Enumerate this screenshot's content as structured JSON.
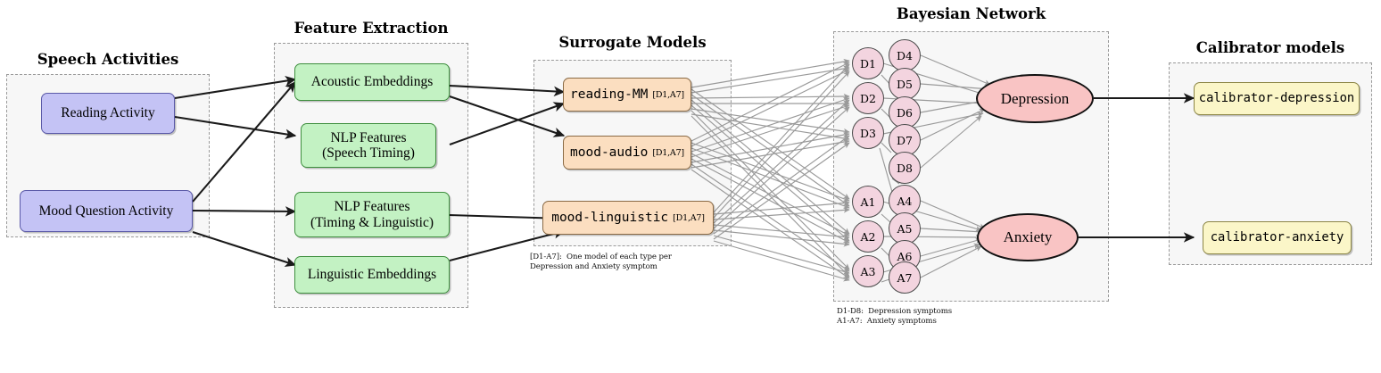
{
  "groups": [
    {
      "key": "speech",
      "title": "Speech Activities"
    },
    {
      "key": "features",
      "title": "Feature Extraction"
    },
    {
      "key": "surrogate",
      "title": "Surrogate Models"
    },
    {
      "key": "bayes",
      "title": "Bayesian Network"
    },
    {
      "key": "calib",
      "title": "Calibrator models"
    }
  ],
  "activities": [
    {
      "label": "Reading Activity"
    },
    {
      "label": "Mood Question Activity"
    }
  ],
  "features": [
    {
      "line1": "Acoustic Embeddings",
      "line2": ""
    },
    {
      "line1": "NLP Features",
      "line2": "(Speech Timing)"
    },
    {
      "line1": "NLP Features",
      "line2": "(Timing & Linguistic)"
    },
    {
      "line1": "Linguistic Embeddings",
      "line2": ""
    }
  ],
  "surrogates": [
    {
      "name": "reading-MM",
      "tag": "[D1,A7]"
    },
    {
      "name": "mood-audio",
      "tag": "[D1,A7]"
    },
    {
      "name": "mood-linguistic",
      "tag": "[D1,A7]"
    }
  ],
  "surrogate_caption": "[D1-A7]:  One model of each type per\nDepression and Anxiety symptom",
  "bayes": {
    "col1": [
      "D1",
      "D2",
      "D3",
      "A1",
      "A2",
      "A3"
    ],
    "col2": [
      "D4",
      "D5",
      "D6",
      "D7",
      "D8",
      "A4",
      "A5",
      "A6",
      "A7"
    ],
    "outcomes": [
      {
        "label": "Depression"
      },
      {
        "label": "Anxiety"
      }
    ],
    "caption": "D1-D8:  Depression symptoms\nA1-A7:  Anxiety symptoms"
  },
  "calibrators": [
    {
      "label": "calibrator-depression"
    },
    {
      "label": "calibrator-anxiety"
    }
  ],
  "colors": {
    "activity": "#c4c3f5",
    "feature": "#c3f2c3",
    "surrogate": "#fbdec0",
    "symptom": "#f3d4df",
    "outcome": "#f9c4c4",
    "calibrator": "#fbf6c8",
    "edge_dark": "#1a1a1a",
    "edge_light": "#9a9a9a",
    "group_border": "#9a9a9a",
    "group_fill": "#f7f7f7"
  }
}
